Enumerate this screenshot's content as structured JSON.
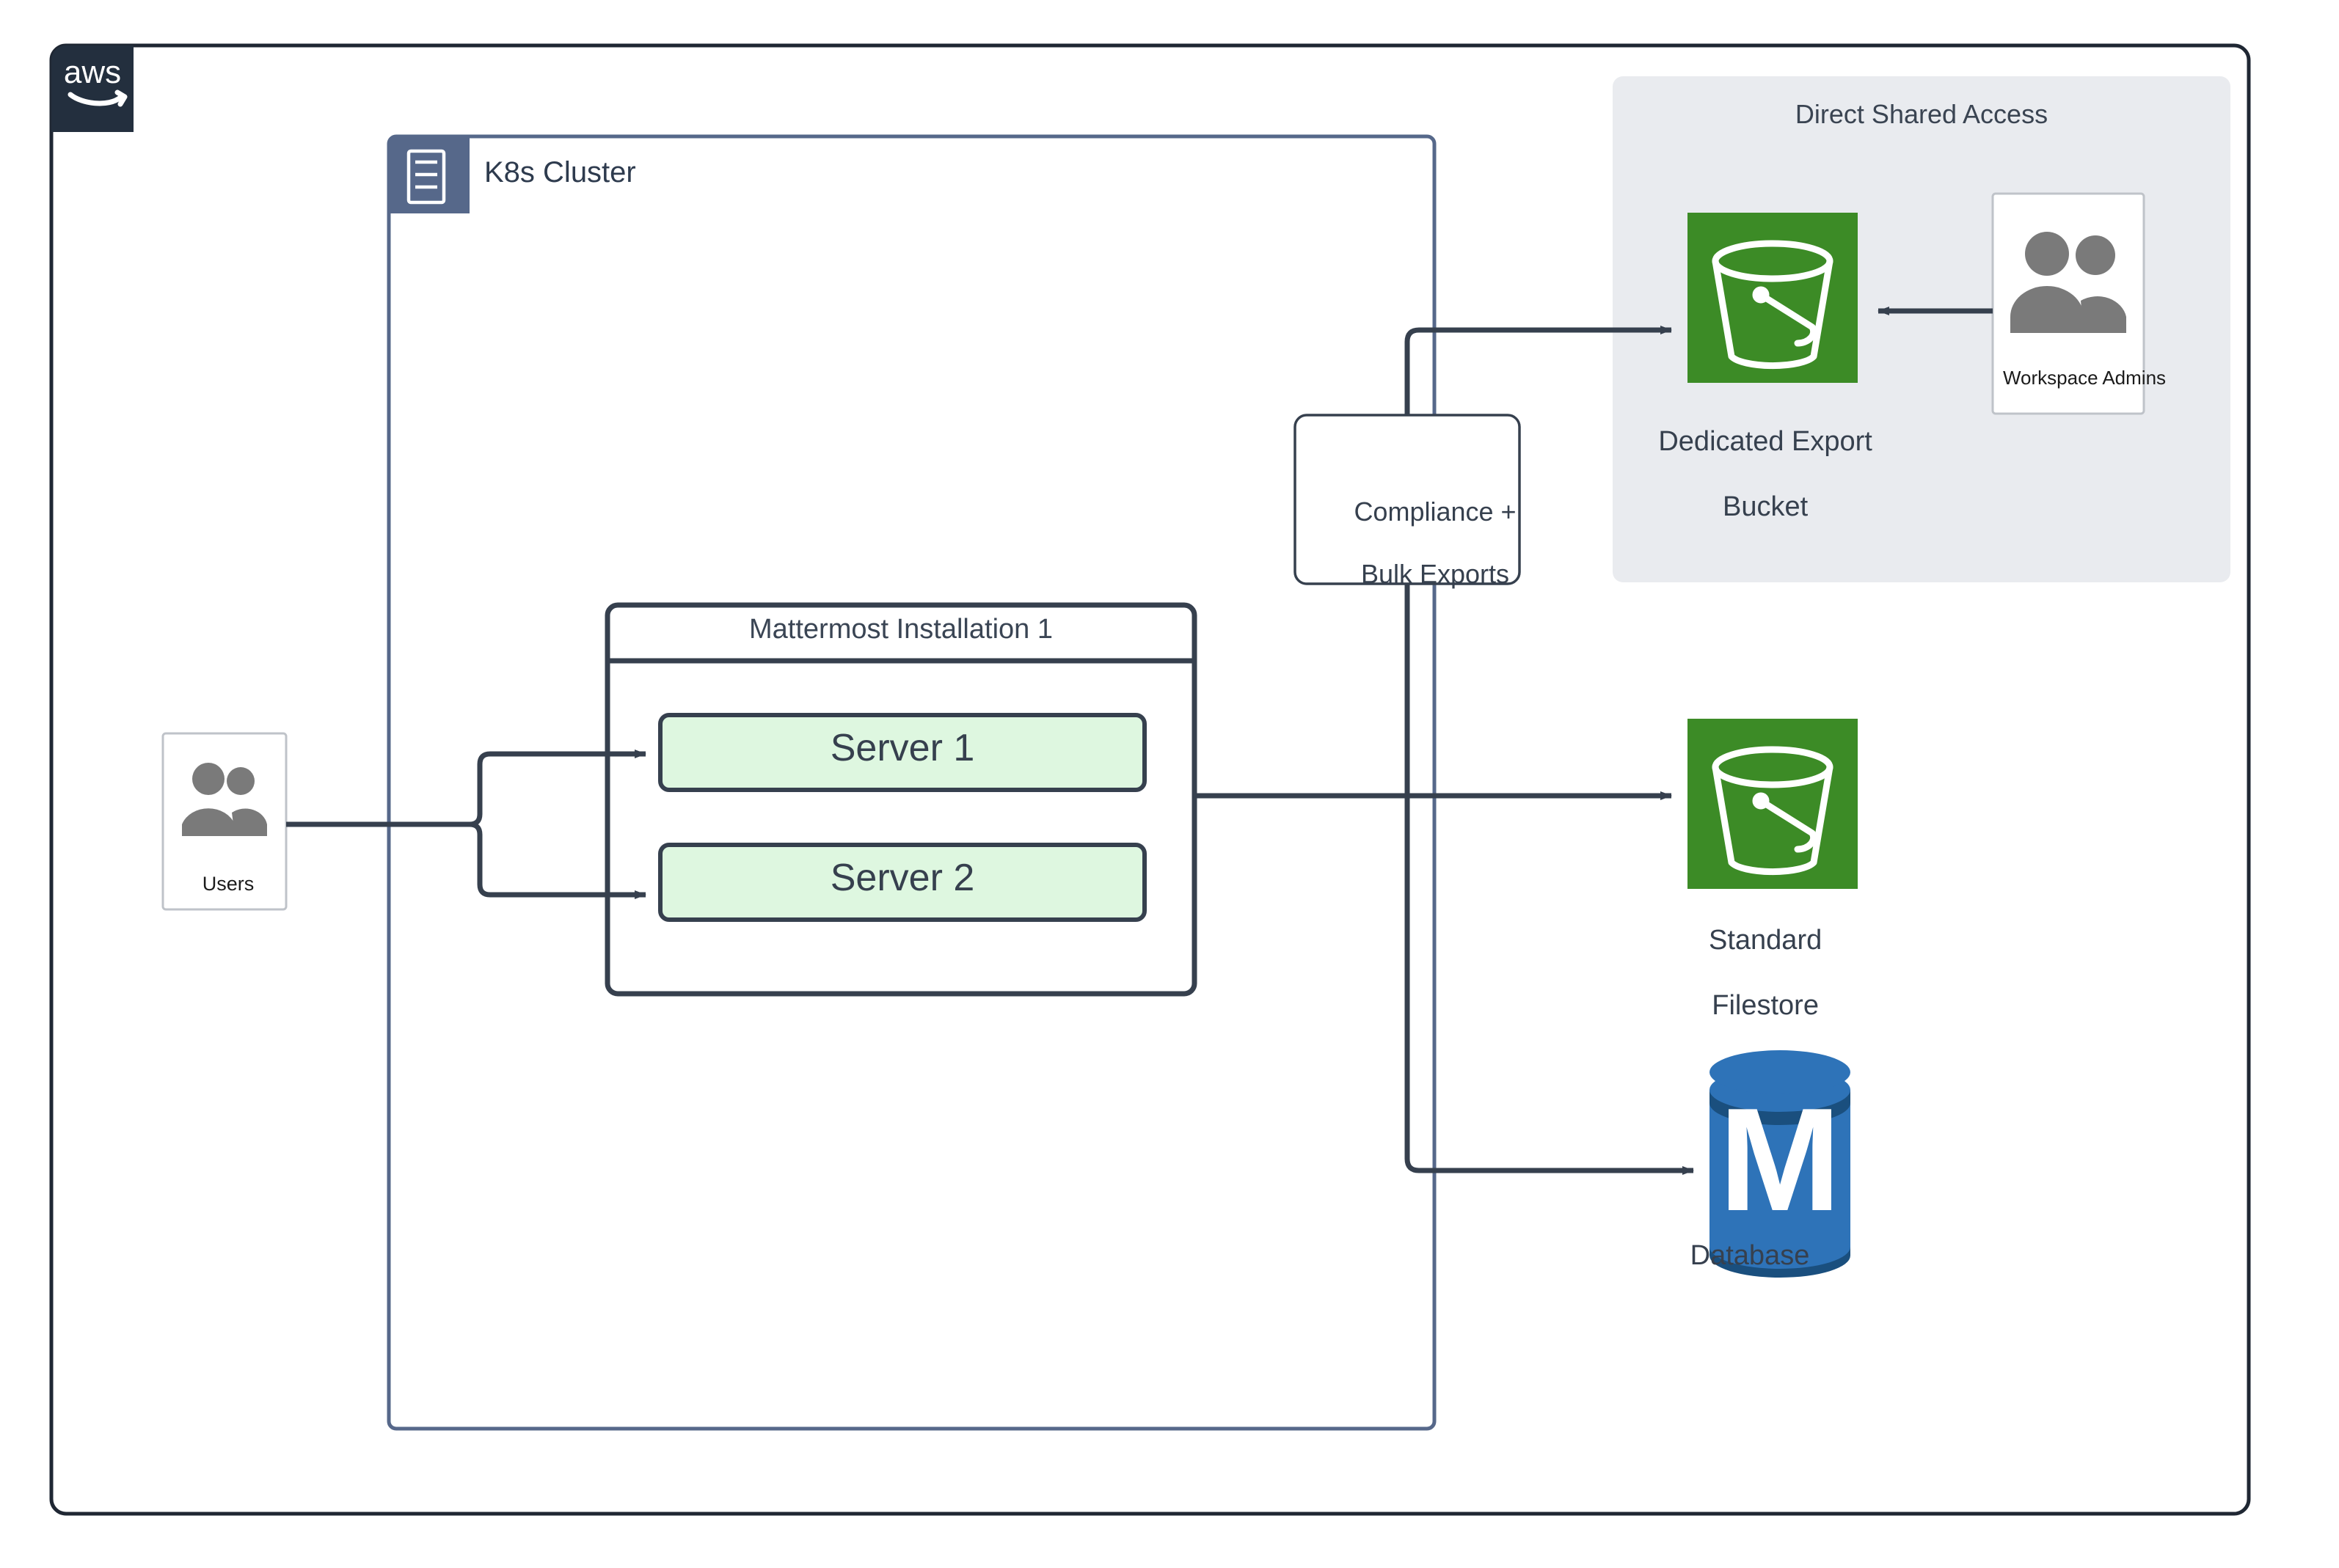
{
  "diagram": {
    "title": "AWS Mattermost Deployment Architecture",
    "cloud_provider_logo": "aws-logo",
    "colors": {
      "aws_badge": "#232F3E",
      "k8s_header": "#56688A",
      "k8s_border": "#56688A",
      "connector": "#36404E",
      "server_fill": "#DEF7E0",
      "server_border": "#36404E",
      "s3_green": "#3C8B26",
      "db_blue": "#2E73B8",
      "db_rim": "#1A4F7E",
      "group_bg": "#E9EBEF",
      "actor_gray": "#7A7A7A",
      "card_border": "#BFC3C9",
      "text": "#36404E"
    }
  },
  "aws_frame": {
    "logo_label": "aws",
    "logo_name": "aws-logo"
  },
  "k8s_cluster": {
    "label": "K8s Cluster",
    "icon": "server-rack-icon"
  },
  "mattermost_installation": {
    "title": "Mattermost Installation 1",
    "servers": [
      {
        "label": "Server 1"
      },
      {
        "label": "Server 2"
      }
    ]
  },
  "users": {
    "label": "Users",
    "icon": "users-icon"
  },
  "compliance": {
    "line1": "Compliance +",
    "line2": "Bulk Exports"
  },
  "direct_shared_access": {
    "title": "Direct Shared Access",
    "export_bucket": {
      "line1": "Dedicated Export",
      "line2": "Bucket",
      "icon": "s3-bucket-icon"
    },
    "workspace_admins": {
      "label": "Workspace Admins",
      "icon": "users-icon"
    }
  },
  "standard_filestore": {
    "line1": "Standard",
    "line2": "Filestore",
    "icon": "s3-bucket-icon"
  },
  "database": {
    "label": "Database",
    "icon": "mattermost-database-icon",
    "letter": "M"
  },
  "connections": [
    {
      "from": "users",
      "to": "server-1"
    },
    {
      "from": "users",
      "to": "server-2"
    },
    {
      "from": "mattermost-installation",
      "to": "standard-filestore"
    },
    {
      "from": "compliance",
      "to": "dedicated-export-bucket"
    },
    {
      "from": "compliance",
      "to": "database"
    },
    {
      "from": "workspace-admins",
      "to": "dedicated-export-bucket"
    }
  ]
}
